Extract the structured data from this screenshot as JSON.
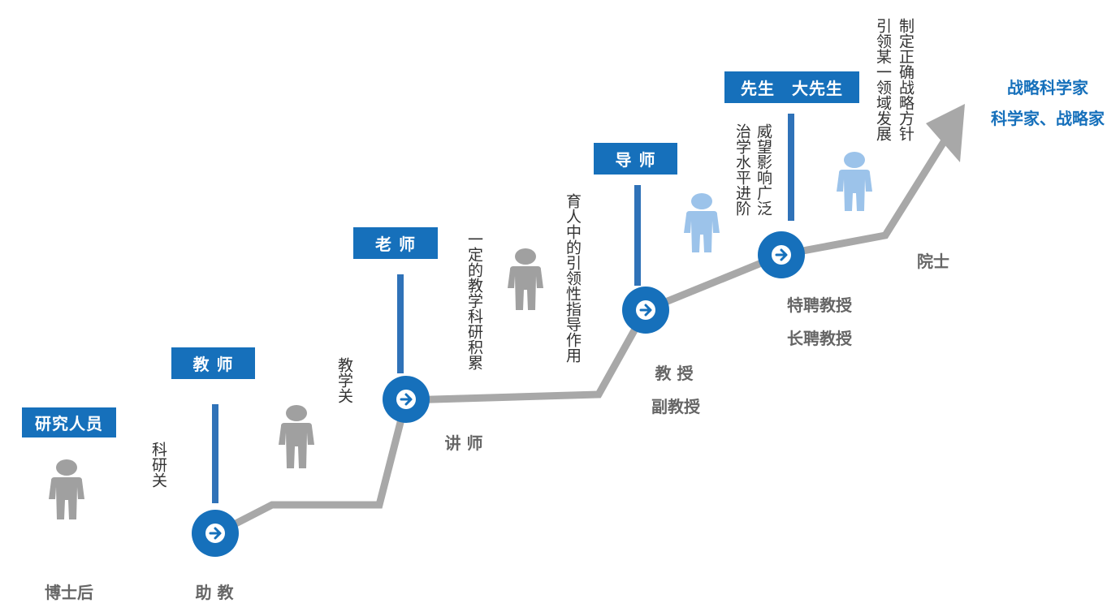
{
  "colors": {
    "primary_blue": "#1670bb",
    "gray": "#a8a8a8",
    "person_gray": "#a0a0a0",
    "person_light_blue": "#9cc3ea",
    "text_gray": "#666666"
  },
  "roles": {
    "researcher": "研究人员",
    "teacher": "教 师",
    "elder_teacher": "老 师",
    "mentor": "导 师",
    "master": "先生　大先生"
  },
  "stages": {
    "postdoc": "博士后",
    "assistant": "助 教",
    "lecturer": "讲 师",
    "professor": "教 授",
    "associate_professor": "副教授",
    "distinguished_professor": "特聘教授",
    "chair_professor": "长聘教授",
    "academician": "院士"
  },
  "thresholds": {
    "research_gate": "科研关",
    "teaching_gate": "教学关"
  },
  "notes": {
    "accumulation": "一定的教学科研积累",
    "guidance": "育人中的引领性指导作用",
    "influence_col1": "威望影响广泛",
    "influence_col2": "治学水平进阶",
    "strategy_col1": "制定正确战略方针",
    "strategy_col2": "引领某一领域发展"
  },
  "goal": {
    "line1": "战略科学家",
    "line2": "科学家、战略家"
  },
  "icons": {
    "step_icon": "arrow-circle-icon",
    "person_icon": "person-icon",
    "arrow_head": "arrow-head-icon"
  }
}
